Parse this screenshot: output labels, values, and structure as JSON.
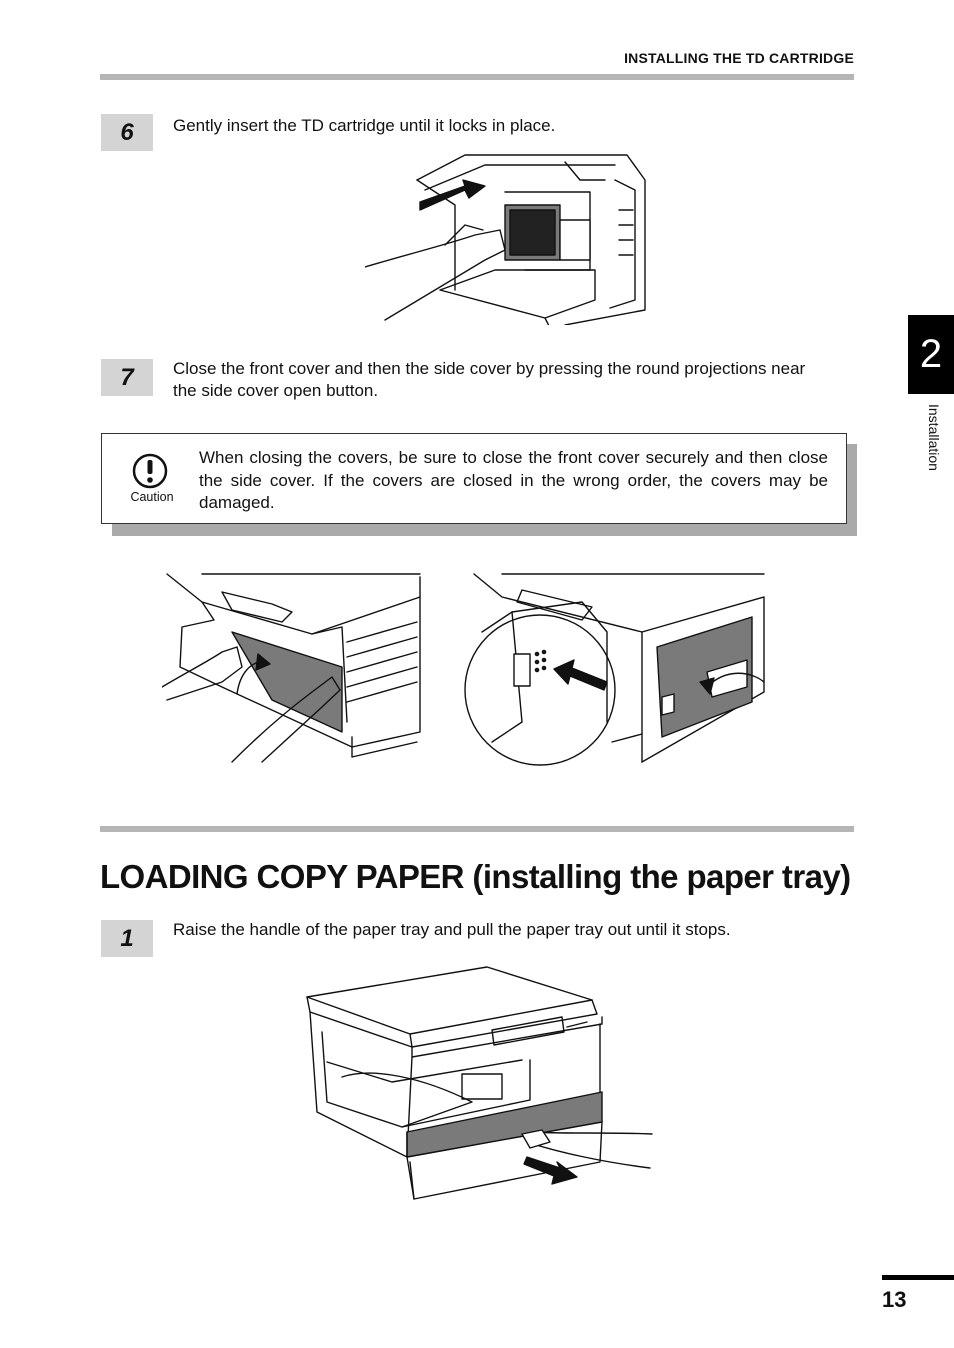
{
  "header": {
    "title": "INSTALLING THE TD CARTRIDGE"
  },
  "steps": {
    "s6": {
      "number": "6",
      "text": "Gently insert the TD cartridge until it locks in place."
    },
    "s7": {
      "number": "7",
      "line1": "Close the front cover and then the side cover by pressing the round projections near",
      "line2": "the side cover open button."
    },
    "s1": {
      "number": "1",
      "text": "Raise the handle of the paper tray and pull the paper tray out until it stops."
    }
  },
  "caution": {
    "label": "Caution",
    "icon": "exclamation-circle-icon",
    "text": "When closing the covers, be sure to close the front cover securely and then close the side cover. If the covers are closed in the wrong order, the covers may be damaged."
  },
  "section": {
    "title": "LOADING COPY PAPER (installing the paper tray)"
  },
  "side_tab": {
    "chapter": "2",
    "label": "Installation"
  },
  "footer": {
    "page_number": "13"
  }
}
